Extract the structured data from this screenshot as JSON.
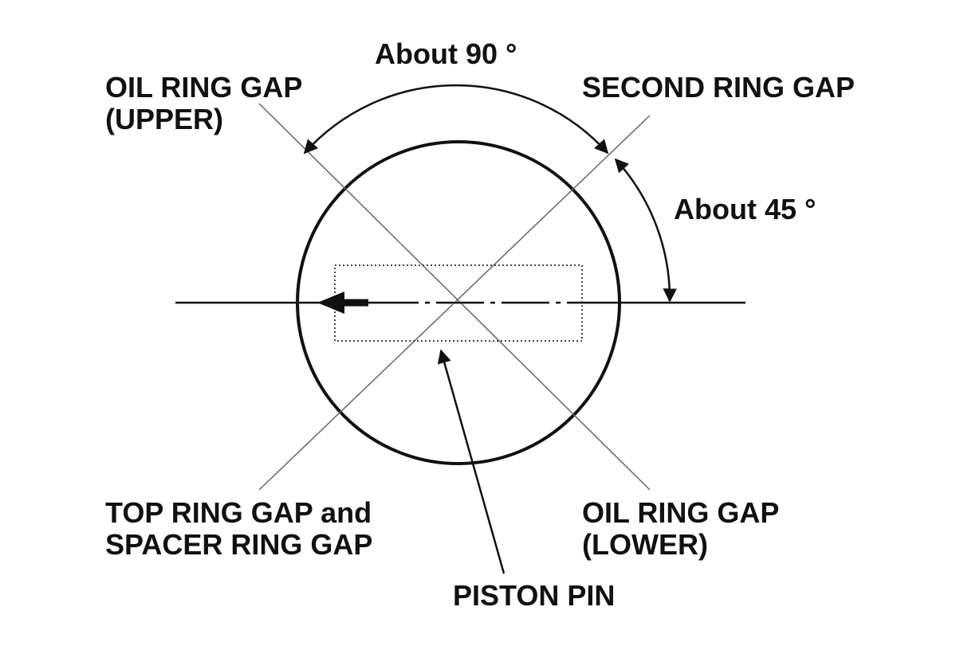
{
  "labels": {
    "angle_top": "About 90 °",
    "angle_right": "About 45 °",
    "oil_ring_upper": [
      "OIL RING GAP",
      "(UPPER)"
    ],
    "second_ring": "SECOND RING GAP",
    "top_spacer": [
      "TOP RING GAP and",
      "SPACER RING GAP"
    ],
    "oil_ring_lower": [
      "OIL RING GAP",
      "(LOWER)"
    ],
    "piston_pin": "PISTON PIN"
  },
  "colors": {
    "stroke": "#111111",
    "guide": "#555555",
    "background": "#ffffff"
  }
}
